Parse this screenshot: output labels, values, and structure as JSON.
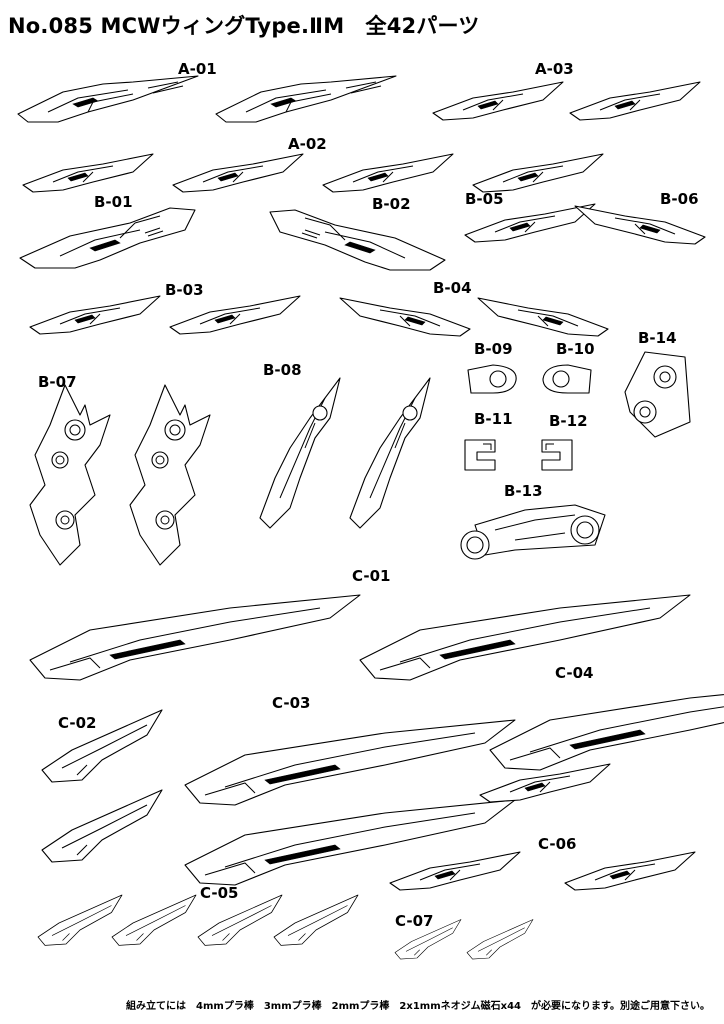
{
  "sheet": {
    "title": "No.085 MCWウィングType.ⅡM　全42パーツ",
    "footer": "組み立てには　4mmプラ棒　3mmプラ棒　2mmプラ棒　2x1mmネオジム磁石x44　が必要になります。別途ご用意下さい。"
  },
  "labels": {
    "A01": "A-01",
    "A02": "A-02",
    "A03": "A-03",
    "B01": "B-01",
    "B02": "B-02",
    "B03": "B-03",
    "B04": "B-04",
    "B05": "B-05",
    "B06": "B-06",
    "B07": "B-07",
    "B08": "B-08",
    "B09": "B-09",
    "B10": "B-10",
    "B11": "B-11",
    "B12": "B-12",
    "B13": "B-13",
    "B14": "B-14",
    "C01": "C-01",
    "C02": "C-02",
    "C03": "C-03",
    "C04": "C-04",
    "C05": "C-05",
    "C06": "C-06",
    "C07": "C-07"
  }
}
